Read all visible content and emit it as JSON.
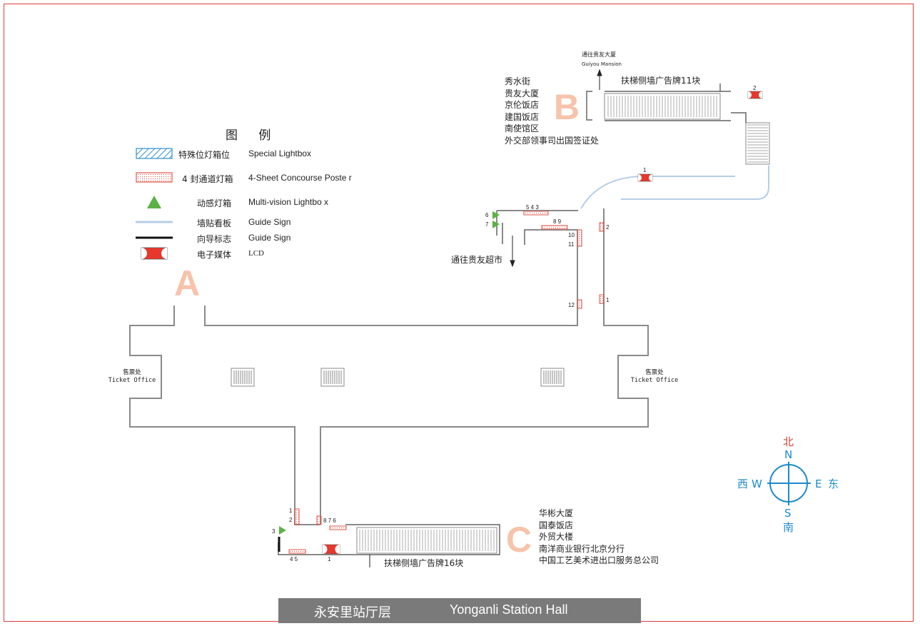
{
  "legend": {
    "title": "图 例",
    "items": [
      {
        "zh": "特殊位灯箱位",
        "en": "Special Lightbox"
      },
      {
        "zh": "4 封通道灯箱",
        "en": "4-Sheet  Concourse Poste     r"
      },
      {
        "zh": "动感灯箱",
        "en": "Multi-vision Lightbo x"
      },
      {
        "zh": "墙贴看板",
        "en": "Guide Sign"
      },
      {
        "zh": "向导标志",
        "en": "Guide Sign"
      },
      {
        "zh": "电子媒体",
        "en": "LCD"
      }
    ]
  },
  "exits": {
    "a": {
      "letter": "A"
    },
    "b": {
      "letter": "B",
      "landmarks": [
        "秀水街",
        "贵友大厦",
        "京伦饭店",
        "建国饭店",
        "南使馆区",
        "外交部领事司出国签证处"
      ]
    },
    "c": {
      "letter": "C",
      "landmarks": [
        "华彬大厦",
        "国泰饭店",
        "外贸大楼",
        "南洋商业银行北京分行",
        "中国工艺美术进出口服务总公司"
      ]
    }
  },
  "labels": {
    "guiyou_mansion_zh": "通往贵友大厦",
    "guiyou_mansion_en": "Guiyou Mansion",
    "guiyou_supermarket": "通往贵友超市",
    "escalator_b": "扶梯侧墙广告牌11块",
    "escalator_c": "扶梯侧墙广告牌16块",
    "ticket_zh": "售票处",
    "ticket_en": "Ticket Office"
  },
  "numbers": {
    "b_lcd2": "2",
    "b_lcd1": "1",
    "north_group": "5 4 3",
    "n6": "6",
    "n7": "7",
    "mid_group": "8  9",
    "n10": "10",
    "n11": "11",
    "n12": "12",
    "right2": "2",
    "right1": "1",
    "c1": "1",
    "c2": "2",
    "c3": "3",
    "c_group": "8   7  6",
    "c_bottom": "4   5",
    "c_lcd1": "1"
  },
  "compass": {
    "n": "N",
    "s": "S",
    "e": "E",
    "w": "W",
    "n_zh": "北",
    "s_zh": "南",
    "e_zh": "东",
    "w_zh": "西"
  },
  "footer": {
    "zh": "永安里站厅层",
    "en": "Yonganli Station Hall"
  },
  "colors": {
    "frame": "#e03c3c",
    "wall": "#8a8a8a",
    "lightbox": "#2f8fcf",
    "poster": "#e2554a",
    "multivision": "#5bb346",
    "guide_sign": "#b7cde6",
    "lcd": "#e8372c",
    "letter": "#f7c3ab",
    "compass": "#1c8bc9"
  }
}
